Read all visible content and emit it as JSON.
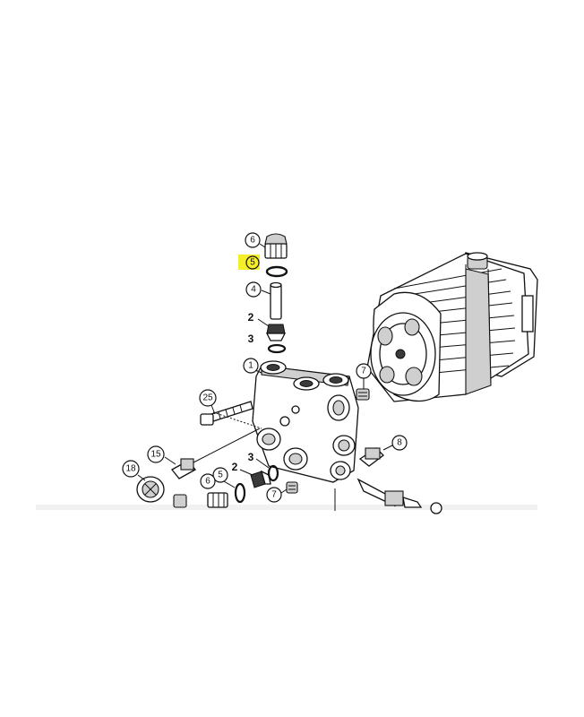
{
  "diagram": {
    "highlight_color": "#f5ef2a",
    "highlighted_part": "5",
    "callouts": [
      {
        "id": "c6a",
        "label": "6"
      },
      {
        "id": "c5a",
        "label": "5",
        "highlighted": true
      },
      {
        "id": "c4",
        "label": "4"
      },
      {
        "id": "c2a",
        "label": "2",
        "style": "bold"
      },
      {
        "id": "c3a",
        "label": "3",
        "style": "bold"
      },
      {
        "id": "c1",
        "label": "1"
      },
      {
        "id": "c7a",
        "label": "7"
      },
      {
        "id": "c25",
        "label": "25"
      },
      {
        "id": "c8",
        "label": "8"
      },
      {
        "id": "c15",
        "label": "15"
      },
      {
        "id": "c18",
        "label": "18"
      },
      {
        "id": "c5b",
        "label": "5"
      },
      {
        "id": "c2b",
        "label": "2",
        "style": "bold"
      },
      {
        "id": "c3b",
        "label": "3",
        "style": "bold"
      },
      {
        "id": "c6b",
        "label": "6"
      },
      {
        "id": "c7b",
        "label": "7"
      }
    ]
  }
}
